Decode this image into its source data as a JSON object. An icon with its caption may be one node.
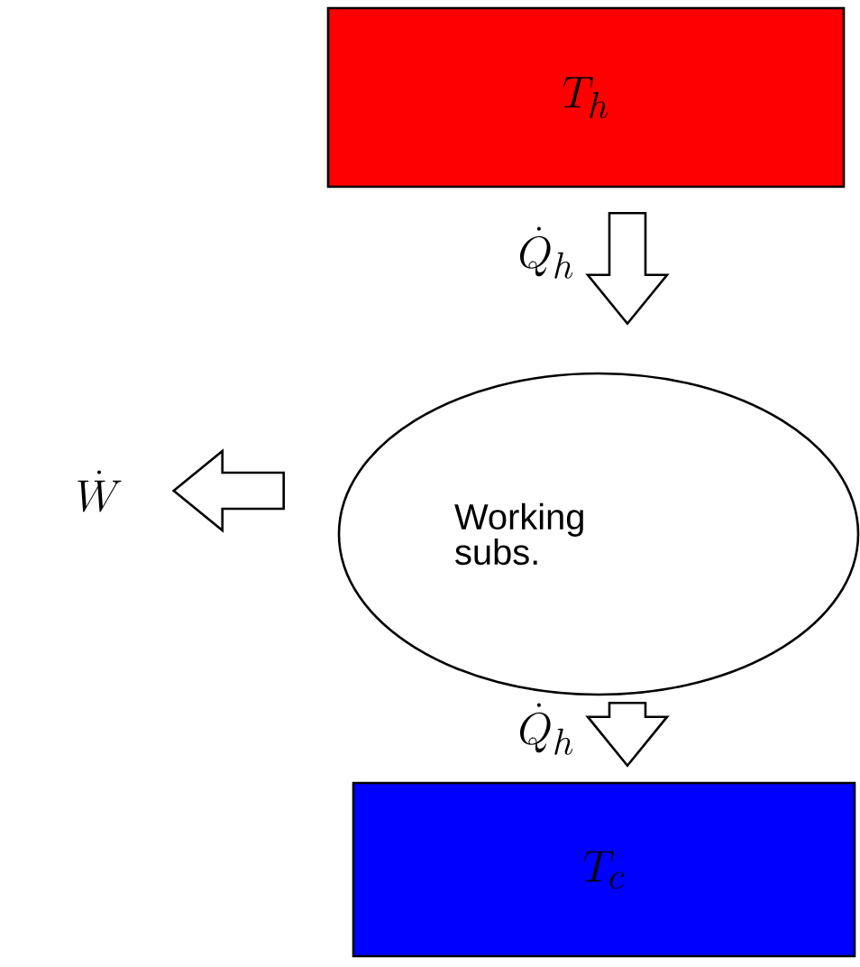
{
  "diagram": {
    "nodes": [
      {
        "text": [
          "T_h"
        ]
      },
      {
        "text": [
          "Working subs."
        ]
      },
      {
        "text": [
          "T_c"
        ]
      },
      {
        "text": [
          "\\dot{W}"
        ]
      }
    ],
    "edges": [
      {
        "from": 0,
        "to": 1,
        "arrow": "to",
        "label": "\\dot{Q}_h"
      },
      {
        "from": 1,
        "to": 2,
        "arrow": "to",
        "label": "\\dot{Q}_h"
      },
      {
        "from": 1,
        "to": 3,
        "arrow": "to"
      }
    ]
  }
}
